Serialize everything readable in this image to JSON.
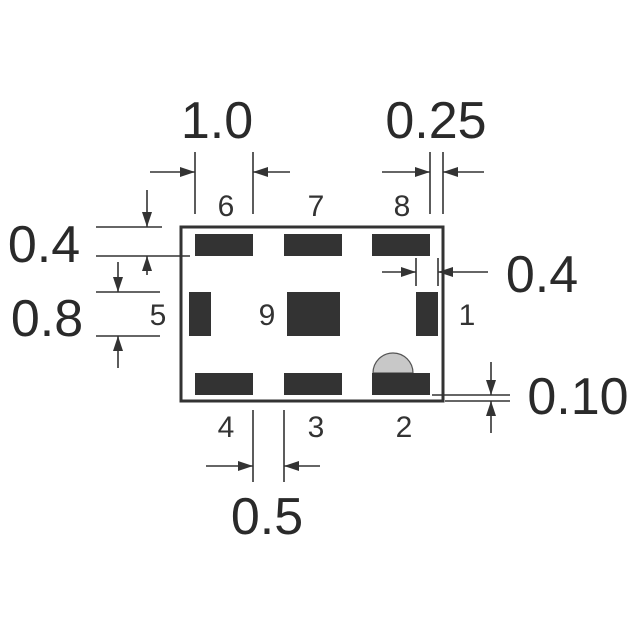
{
  "dimensions": {
    "pad_length": "1.0",
    "pad_gap_top": "0.25",
    "top_margin": "0.4",
    "pad_height": "0.8",
    "side_clearance": "0.4",
    "bottom_gap": "0.10",
    "pad_pitch": "0.5"
  },
  "pin_labels": {
    "p1": "1",
    "p2": "2",
    "p3": "3",
    "p4": "4",
    "p5": "5",
    "p6": "6",
    "p7": "7",
    "p8": "8",
    "p9": "9"
  },
  "colors": {
    "outline": "#333333",
    "pad": "#333333",
    "pin1_marker": "#c8c8c8",
    "text": "#2a2a2a"
  }
}
